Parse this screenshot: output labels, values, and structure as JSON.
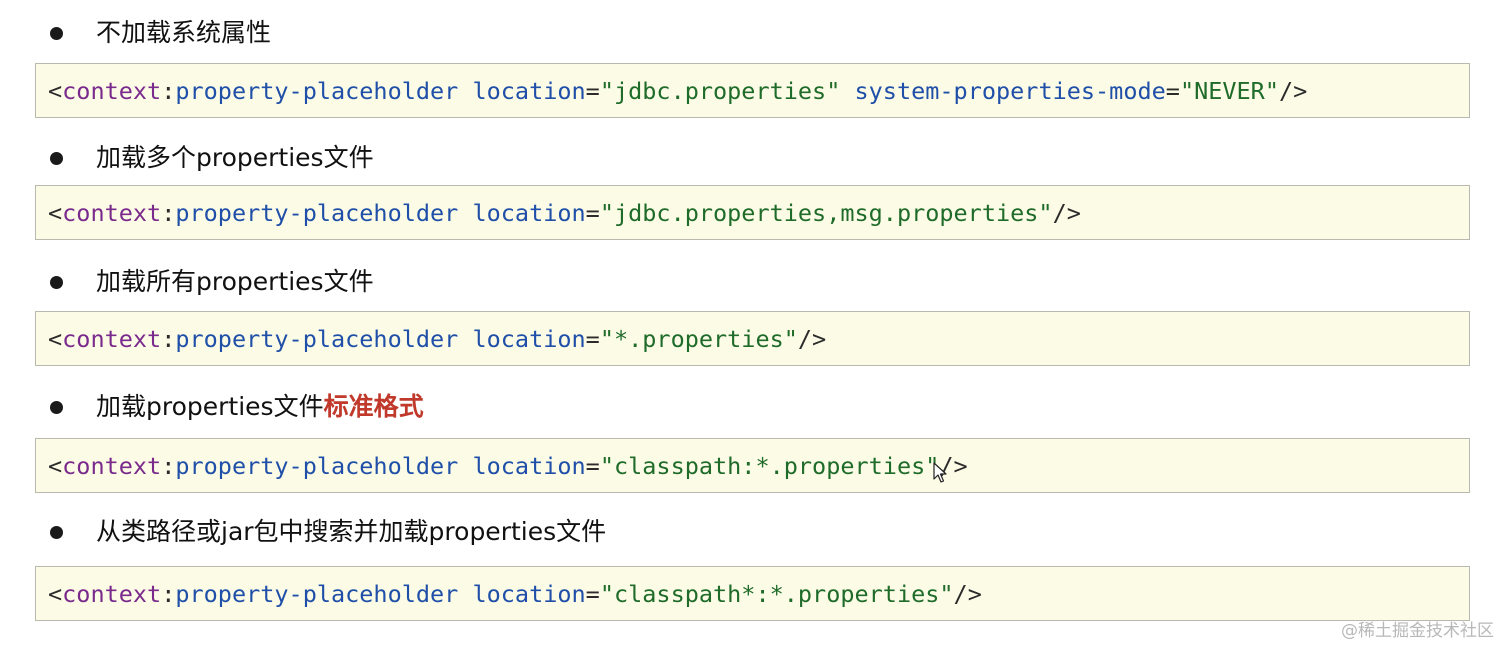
{
  "sections": [
    {
      "heading": "不加载系统属性",
      "code": {
        "open": "<",
        "ns": "context",
        "colon": ":",
        "tag": "property-placeholder",
        "attrs": [
          {
            "name": "location",
            "eq": "=",
            "value": "\"jdbc.properties\""
          },
          {
            "name": "system-properties-mode",
            "eq": "=",
            "value": "\"NEVER\""
          }
        ],
        "close": "/>"
      }
    },
    {
      "heading": "加载多个properties文件",
      "code": {
        "open": "<",
        "ns": "context",
        "colon": ":",
        "tag": "property-placeholder",
        "attrs": [
          {
            "name": "location",
            "eq": "=",
            "value": "\"jdbc.properties,msg.properties\""
          }
        ],
        "close": "/>"
      }
    },
    {
      "heading": "加载所有properties文件",
      "code": {
        "open": "<",
        "ns": "context",
        "colon": ":",
        "tag": "property-placeholder",
        "attrs": [
          {
            "name": "location",
            "eq": "=",
            "value": "\"*.properties\""
          }
        ],
        "close": "/>"
      }
    },
    {
      "heading": "加载properties文件",
      "heading_accent": "标准格式",
      "code": {
        "open": "<",
        "ns": "context",
        "colon": ":",
        "tag": "property-placeholder",
        "attrs": [
          {
            "name": "location",
            "eq": "=",
            "value": "\"classpath:*.properties\""
          }
        ],
        "close": "/>"
      }
    },
    {
      "heading": "从类路径或jar包中搜索并加载properties文件",
      "code": {
        "open": "<",
        "ns": "context",
        "colon": ":",
        "tag": "property-placeholder",
        "attrs": [
          {
            "name": "location",
            "eq": "=",
            "value": "\"classpath*:*.properties\""
          }
        ],
        "close": "/>"
      }
    }
  ],
  "colors": {
    "code_background": "#fcfce6",
    "accent": "#c0392b",
    "namespace": "#7a2a8c",
    "keyword": "#1f4fa8",
    "string": "#1f6b2a"
  },
  "icons": {
    "pointer": "mouse-pointer-icon"
  },
  "watermark": "@稀土掘金技术社区"
}
